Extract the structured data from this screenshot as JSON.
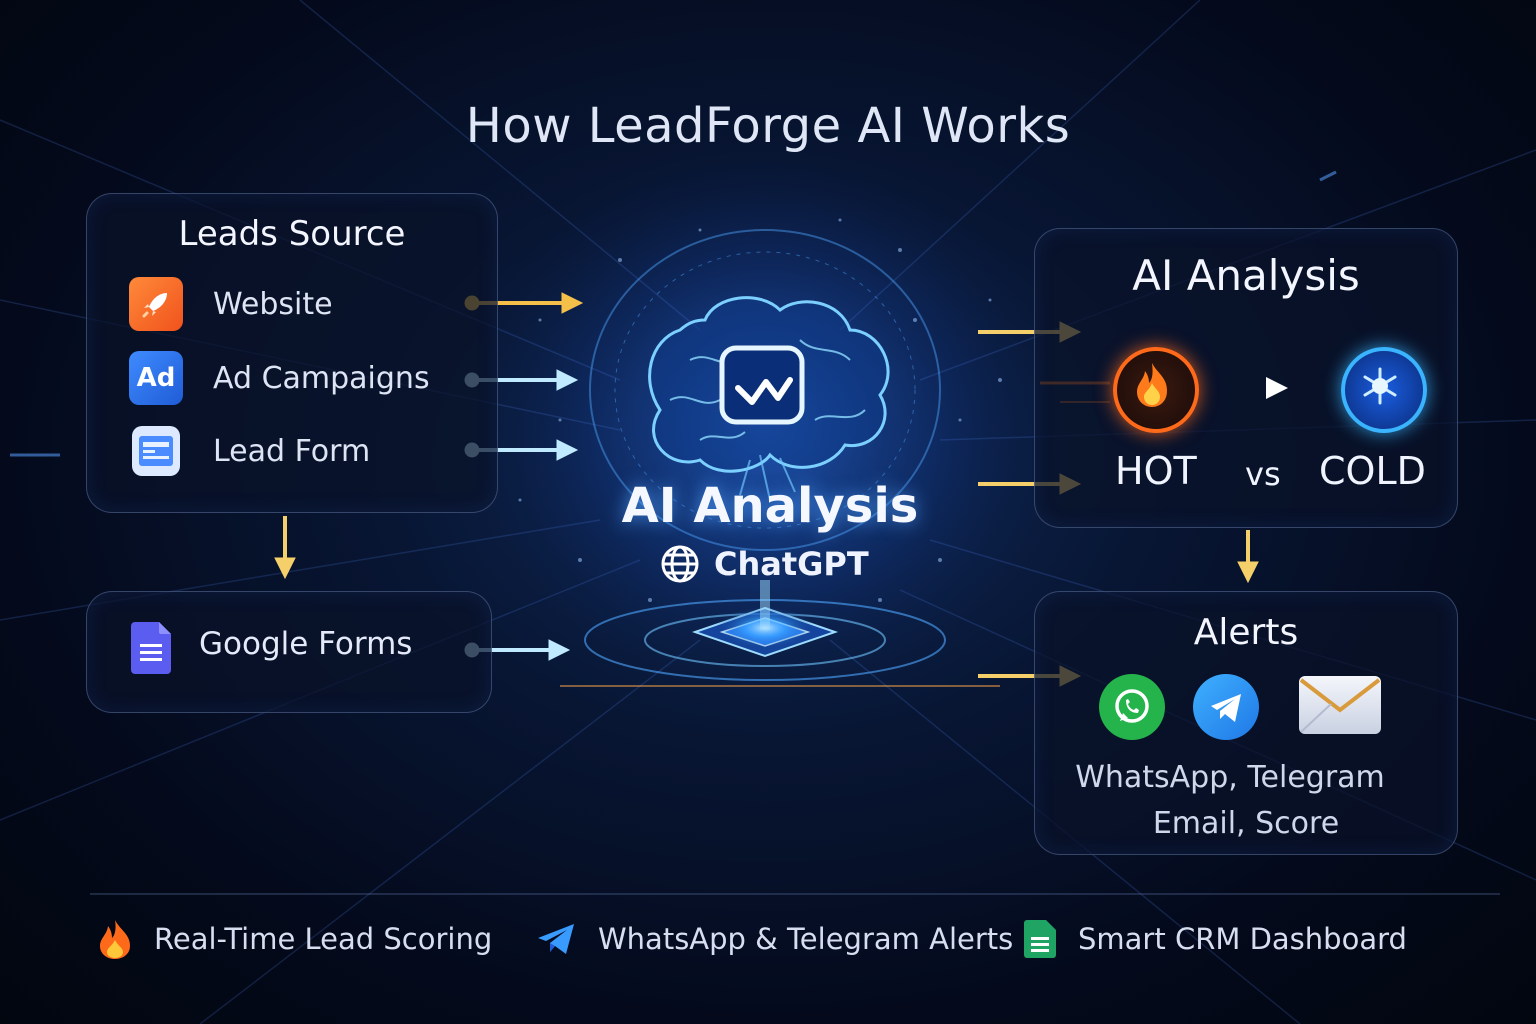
{
  "title": "How LeadForge AI Works",
  "leads_source": {
    "title": "Leads Source",
    "items": [
      {
        "label": "Website",
        "icon": "rocket-icon"
      },
      {
        "label": "Ad Campaigns",
        "icon": "ad-icon",
        "icon_text": "Ad"
      },
      {
        "label": "Lead Form",
        "icon": "form-icon"
      }
    ]
  },
  "google_forms": {
    "label": "Google Forms",
    "icon": "google-forms-icon"
  },
  "center": {
    "title": "AI Analysis",
    "subtitle": "ChatGPT",
    "icon": "brain-icon"
  },
  "ai_analysis": {
    "title": "AI Analysis",
    "hot": "HOT",
    "vs": "vs",
    "cold": "COLD"
  },
  "alerts": {
    "title": "Alerts",
    "line1": "WhatsApp, Telegram",
    "line2": "Email, Score",
    "icons": [
      "whatsapp-icon",
      "telegram-icon",
      "email-icon"
    ]
  },
  "footer": [
    {
      "label": "Real-Time Lead Scoring",
      "icon": "fire-icon"
    },
    {
      "label": "WhatsApp & Telegram Alerts",
      "icon": "telegram-icon"
    },
    {
      "label": "Smart CRM Dashboard",
      "icon": "sheet-icon"
    }
  ],
  "colors": {
    "accent_blue": "#3aa8ff",
    "accent_gold": "#f5c04a",
    "hot": "#ff6a1a",
    "cold": "#2f8bff"
  }
}
